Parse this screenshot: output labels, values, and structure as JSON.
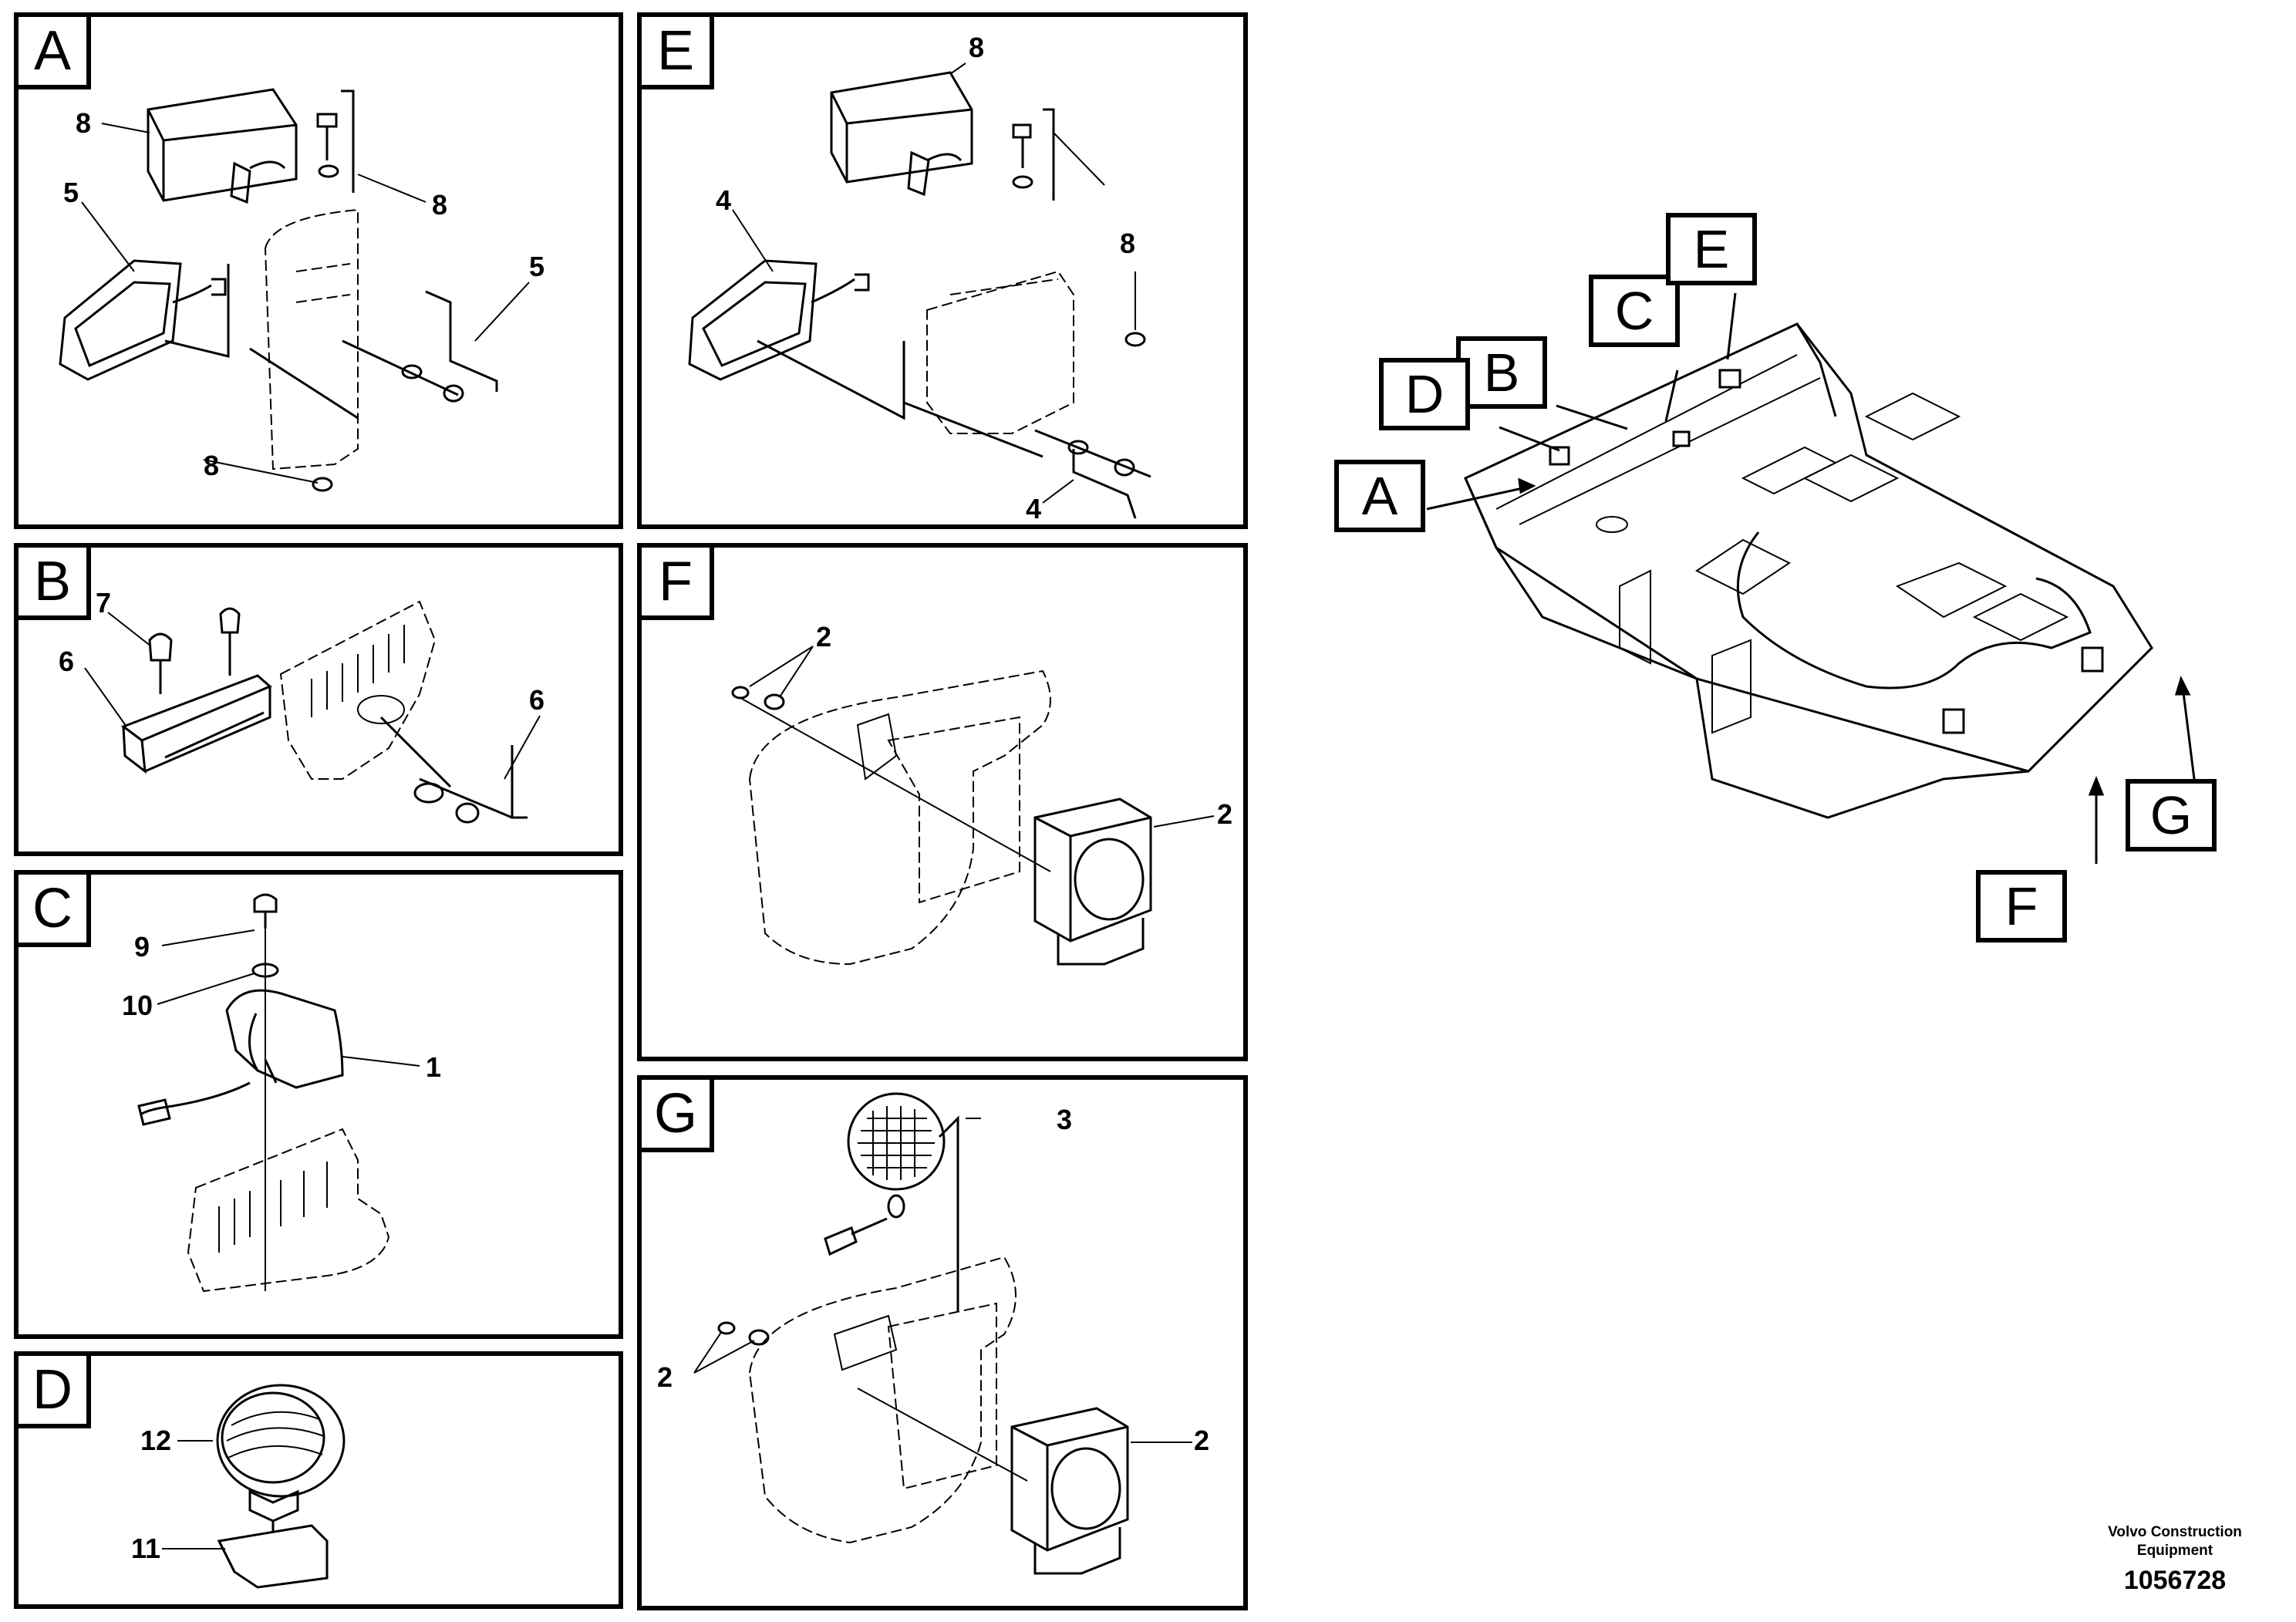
{
  "panels": {
    "A": {
      "tag": "A",
      "callouts": [
        "8",
        "8",
        "5",
        "5",
        "8"
      ]
    },
    "B": {
      "tag": "B",
      "callouts": [
        "7",
        "6",
        "6"
      ]
    },
    "C": {
      "tag": "C",
      "callouts": [
        "9",
        "10",
        "1"
      ]
    },
    "D": {
      "tag": "D",
      "callouts": [
        "12",
        "11"
      ]
    },
    "E": {
      "tag": "E",
      "callouts": [
        "8",
        "8",
        "4",
        "4"
      ]
    },
    "F": {
      "tag": "F",
      "callouts": [
        "2",
        "2"
      ]
    },
    "G": {
      "tag": "G",
      "callouts": [
        "3",
        "2",
        "2"
      ]
    }
  },
  "overview": {
    "tags": [
      "A",
      "B",
      "C",
      "D",
      "E",
      "F",
      "G"
    ]
  },
  "footer": {
    "manufacturer": "Volvo Construction Equipment",
    "drawing_number": "1056728"
  }
}
